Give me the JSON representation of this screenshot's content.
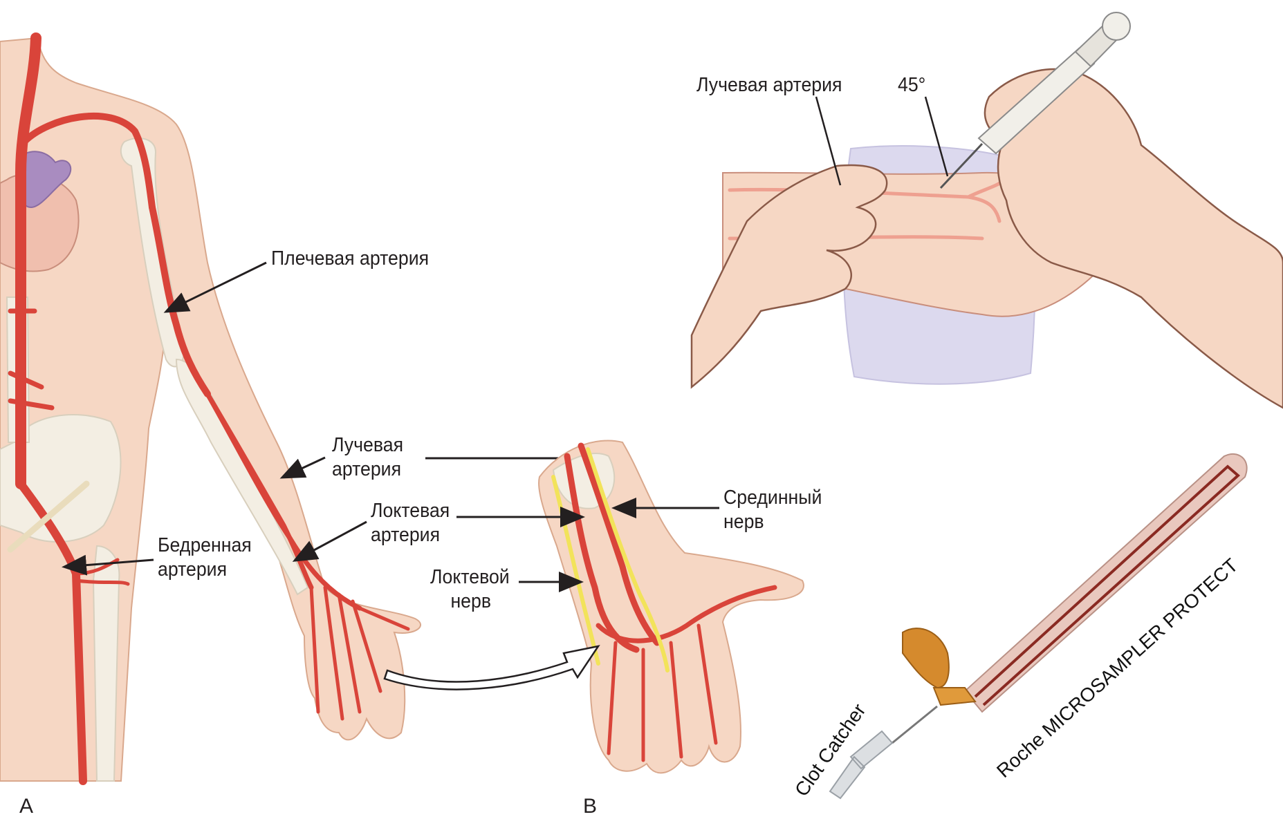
{
  "panel_a": {
    "letter": "A",
    "labels": {
      "brachial": "Плечевая артерия",
      "radial_1": "Лучевая",
      "radial_2": "артерия",
      "ulnar_1": "Локтевая",
      "ulnar_2": "артерия",
      "femoral_1": "Бедренная",
      "femoral_2": "артерия"
    }
  },
  "panel_b": {
    "letter": "B",
    "labels": {
      "median_1": "Срединный",
      "median_2": "нерв",
      "ulnar_nerve_1": "Локтевой",
      "ulnar_nerve_2": "нерв"
    }
  },
  "puncture": {
    "artery_label": "Лучевая артерия",
    "angle_label": "45°"
  },
  "device": {
    "clot_label": "Clot Catcher",
    "sampler_label": "Roche MICROSAMPLER PROTECT"
  },
  "colors": {
    "skin": "#f6d7c4",
    "skin_outline": "#d9a88d",
    "artery": "#d9443a",
    "artery_dark": "#b8302a",
    "nerve": "#f2e35a",
    "bone": "#f3eee3",
    "heart": "#a98cc0",
    "pad": "#dcd9ee"
  }
}
